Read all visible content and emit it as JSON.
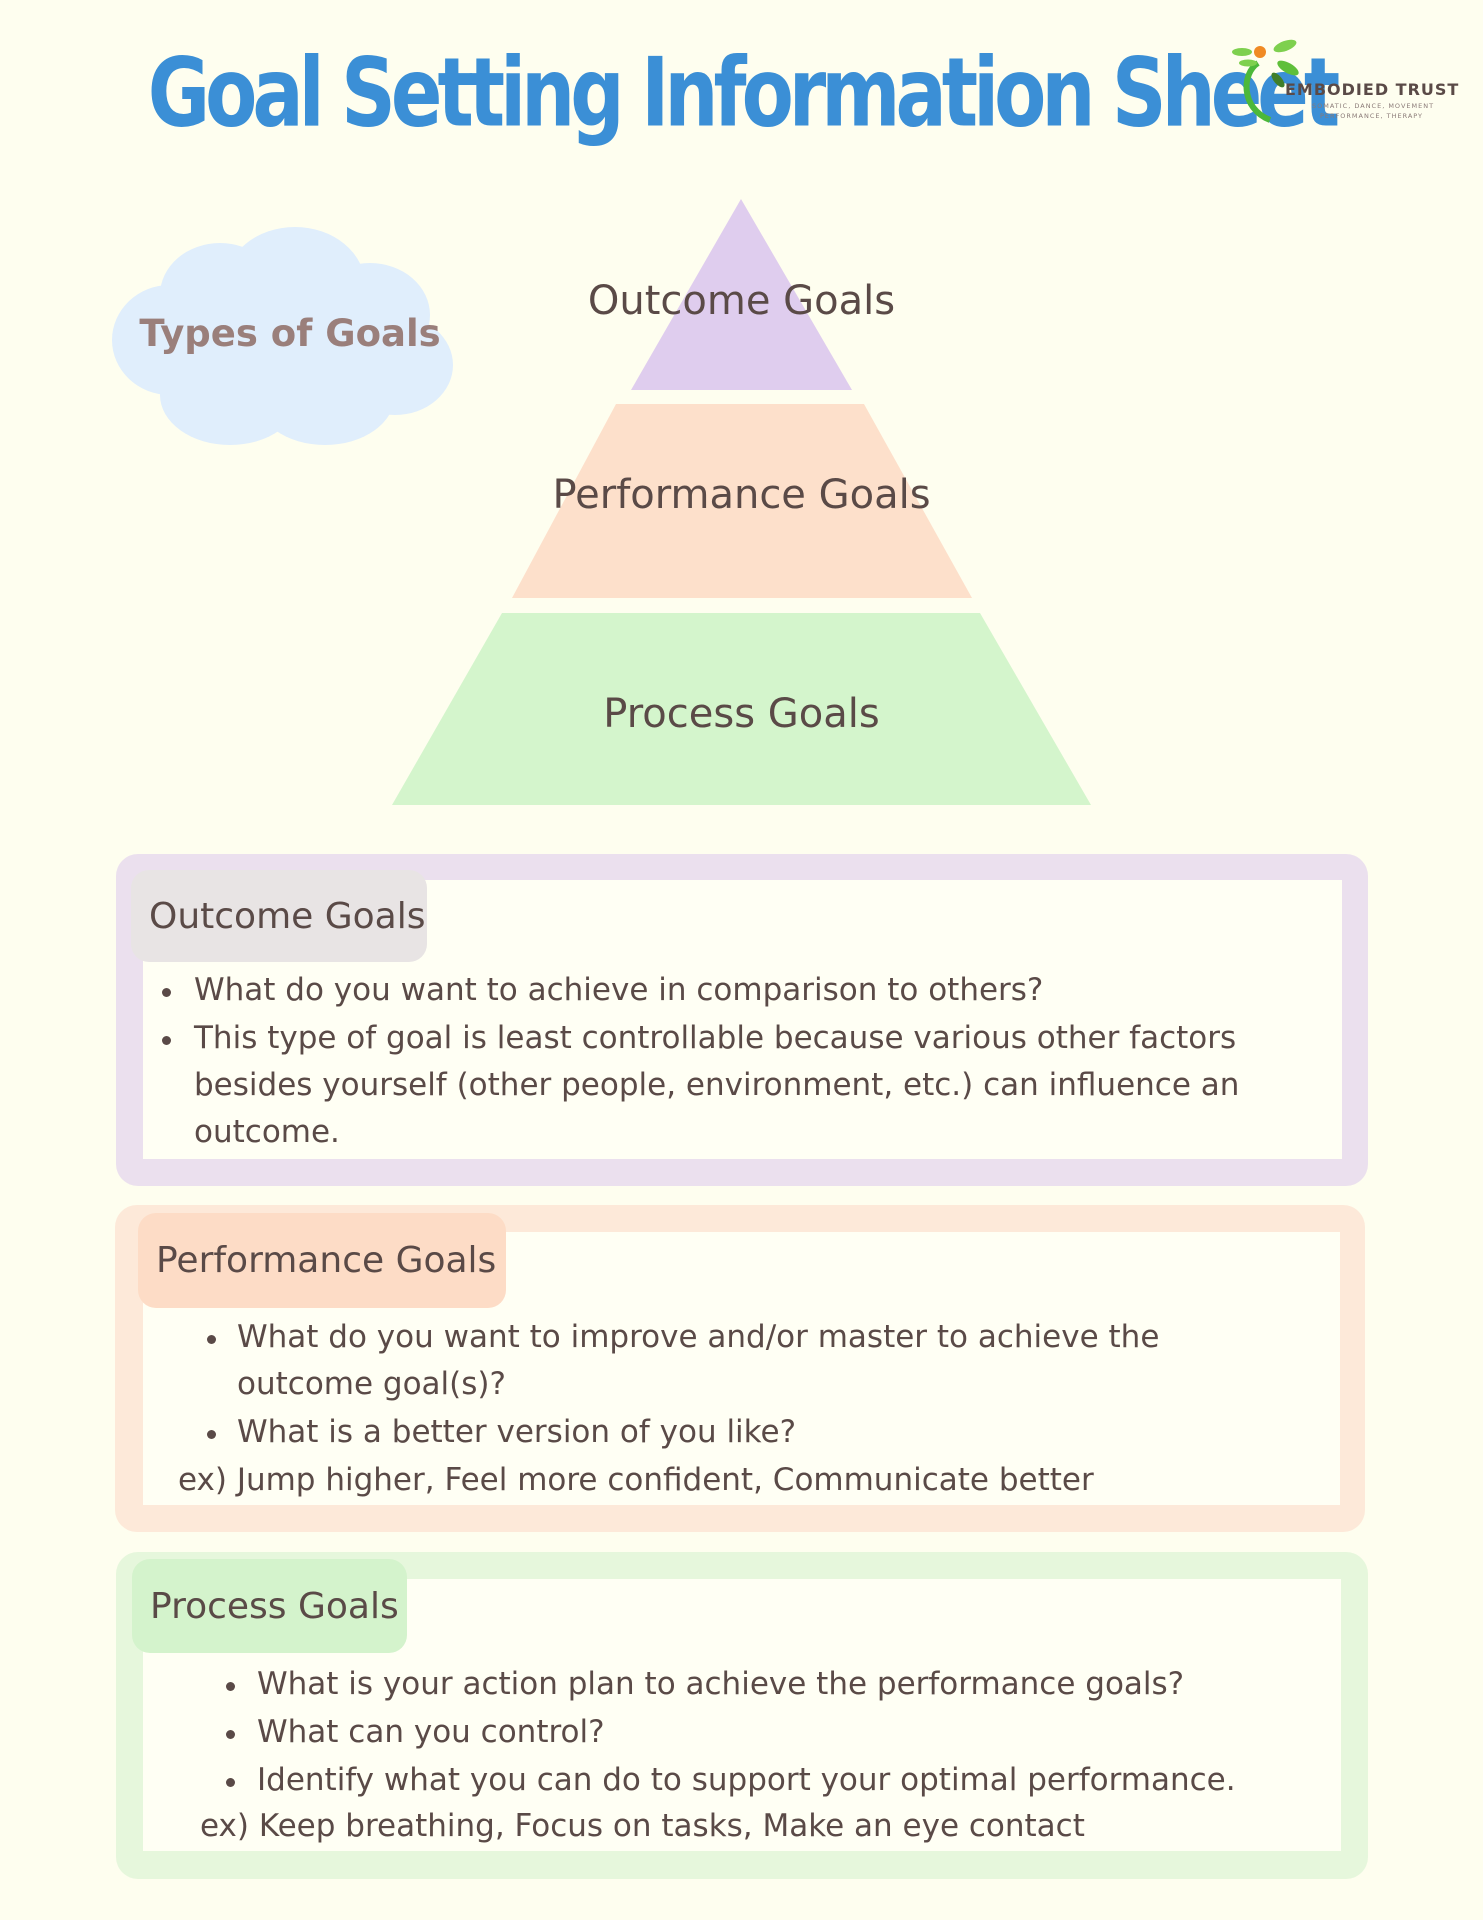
{
  "title": "Goal Setting Information Sheet",
  "logo": {
    "name": "EMBODIED TRUST",
    "tagline_1": "SOMATIC, DANCE, MOVEMENT",
    "tagline_2": "PERFORMANCE, THERAPY"
  },
  "cloud_label": "Types of Goals",
  "pyramid": {
    "top": "Outcome Goals",
    "middle": "Performance Goals",
    "bottom": "Process Goals"
  },
  "colors": {
    "title": "#3b8fd6",
    "outcome": "#dfcdee",
    "performance": "#fde0cb",
    "process": "#d4f5cc",
    "cloud": "#e0eefc"
  },
  "sections": [
    {
      "heading": "Outcome Goals",
      "bullets": [
        "What do you want to achieve in comparison to others?",
        "This type of goal is least controllable because various other factors",
        "besides yourself (other people, environment, etc.) can influence an",
        "outcome."
      ]
    },
    {
      "heading": "Performance Goals",
      "bullets": [
        "What do you want to improve and/or master to achieve the",
        "outcome goal(s)?",
        "What is a better version of you like?"
      ],
      "example": "ex) Jump higher, Feel more confident, Communicate better"
    },
    {
      "heading": "Process Goals",
      "bullets": [
        "What is your action plan to achieve the performance goals?",
        "What can you control?",
        "Identify what you can do to support your optimal performance."
      ],
      "example": "ex) Keep breathing, Focus on tasks, Make an eye contact"
    }
  ]
}
